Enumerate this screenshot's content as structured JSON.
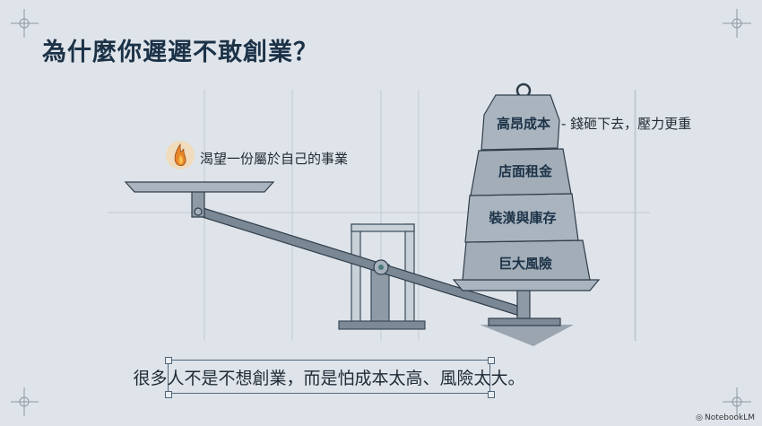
{
  "title": "為什麼你遲遲不敢創業？",
  "left_pan": {
    "label": "渴望一份屬於自己的事業",
    "icon": "flame-icon"
  },
  "weights": [
    {
      "label": "高昂成本"
    },
    {
      "label": "店面租金"
    },
    {
      "label": "裝潢與庫存"
    },
    {
      "label": "巨大風險"
    }
  ],
  "weight_note": "- 錢砸下去，壓力更重",
  "caption": "很多人不是不想創業，而是怕成本太高、風險太大。",
  "brand": "NotebookLM",
  "colors": {
    "title": "#1c3247",
    "background": "#dfe4ea",
    "stone": "#9aa6b2",
    "metal": "#8a96a2"
  }
}
